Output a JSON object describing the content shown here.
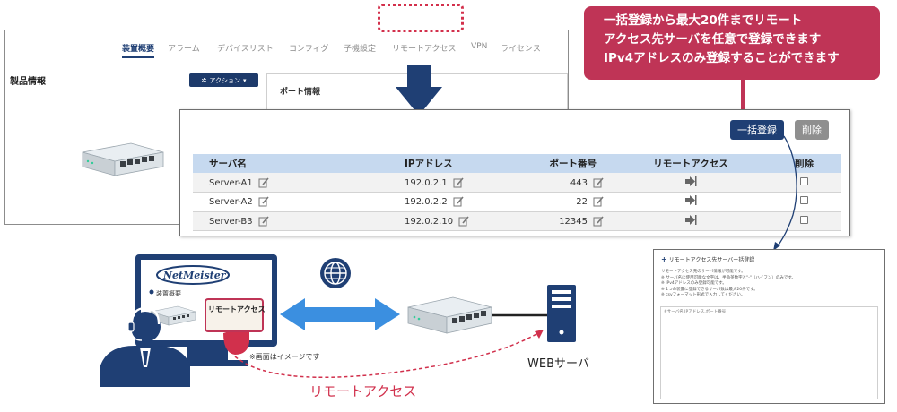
{
  "background_screen": {
    "tabs": [
      {
        "label": "装置概要",
        "active": true
      },
      {
        "label": "アラーム"
      },
      {
        "label": "デバイスリスト"
      },
      {
        "label": "コンフィグ"
      },
      {
        "label": "子機設定"
      },
      {
        "label": "リモートアクセス",
        "highlighted": true
      },
      {
        "label": "VPN"
      },
      {
        "label": "ライセンス"
      }
    ],
    "product_title": "製品情報",
    "action_button": "アクション",
    "port_info_title": "ポート情報"
  },
  "callout": {
    "lines": [
      "一括登録から最大20件までリモート",
      "アクセス先サーバを任意で登録できます",
      "IPv4アドレスのみ登録することができます"
    ],
    "color": "#bf3456"
  },
  "remote_table": {
    "bulk_button": "一括登録",
    "delete_button": "削除",
    "headers": [
      "サーバ名",
      "IPアドレス",
      "ポート番号",
      "リモートアクセス",
      "削除"
    ],
    "rows": [
      {
        "server": "Server-A1",
        "ip": "192.0.2.1",
        "port": "443"
      },
      {
        "server": "Server-A2",
        "ip": "192.0.2.2",
        "port": "22"
      },
      {
        "server": "Server-B3",
        "ip": "192.0.2.10",
        "port": "12345"
      }
    ],
    "header_color": "#c6d9ef",
    "button_color": "#1f3f74"
  },
  "bulk_dialog": {
    "title": "リモートアクセス先サーバー括登録",
    "description": [
      "リモートアクセス先のサーバ情報が可能です。",
      "※ サーバ名に使用可能な文字は、半角英数字と\"-\"（ハイフン）のみです。",
      "※ IPv4アドレスのみ登録可能です。",
      "※ 1つの装置に登録できるサーバ数は最大20件です。",
      "※ csvフォーマット形式で入力してください。"
    ],
    "placeholder": "#サーバ名,IPアドレス,ポート番号"
  },
  "illustration": {
    "brand": "NetMeister",
    "overview_label": "装置概要",
    "remote_chip": "リモートアクセス",
    "image_note": "※画面はイメージです",
    "web_server": "WEBサーバ",
    "remote_access": "リモートアクセス",
    "accent": "#1f3f74",
    "link_color": "#3b8fe0",
    "dash_color": "#d1304c"
  }
}
